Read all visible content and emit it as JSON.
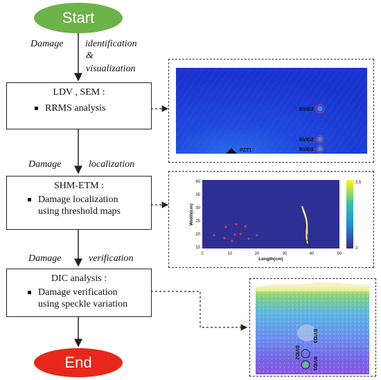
{
  "flow": {
    "start": "Start",
    "end": "End",
    "label1": {
      "a": "Damage",
      "b": "identification",
      "c": "&",
      "d": "visualization"
    },
    "box1": {
      "title": "LDV , SEM :",
      "item": "RRMS analysis"
    },
    "label2": {
      "a": "Damage",
      "b": "localization"
    },
    "box2": {
      "title": "SHM-ETM :",
      "item1": "Damage localization",
      "item2": "using threshold maps"
    },
    "label3": {
      "a": "Damage",
      "b": "verification"
    },
    "box3": {
      "title": "DIC analysis :",
      "item1": "Damage verification",
      "item2": "using speckle variation"
    }
  },
  "panel1": {
    "labels": [
      "BVID3",
      "BVID2",
      "BVID1",
      "PZT1"
    ]
  },
  "panel2": {
    "xlabel": "Length(cm)",
    "ylabel": "Width(cm)",
    "xticks": [
      "0",
      "10",
      "20",
      "30",
      "40",
      "50"
    ],
    "yticks": [
      "40",
      "35",
      "30",
      "25",
      "20",
      "15"
    ],
    "cbar_max": "3.5",
    "cbar_min": "3"
  },
  "panel3": {
    "labels": [
      "BVID3",
      "BVID2",
      "BVID1"
    ]
  },
  "colors": {
    "start": "#6cb34a",
    "end": "#e8271b",
    "panel1_bg": "#1d3fd8",
    "panel2_bg": "#2e2f95"
  }
}
